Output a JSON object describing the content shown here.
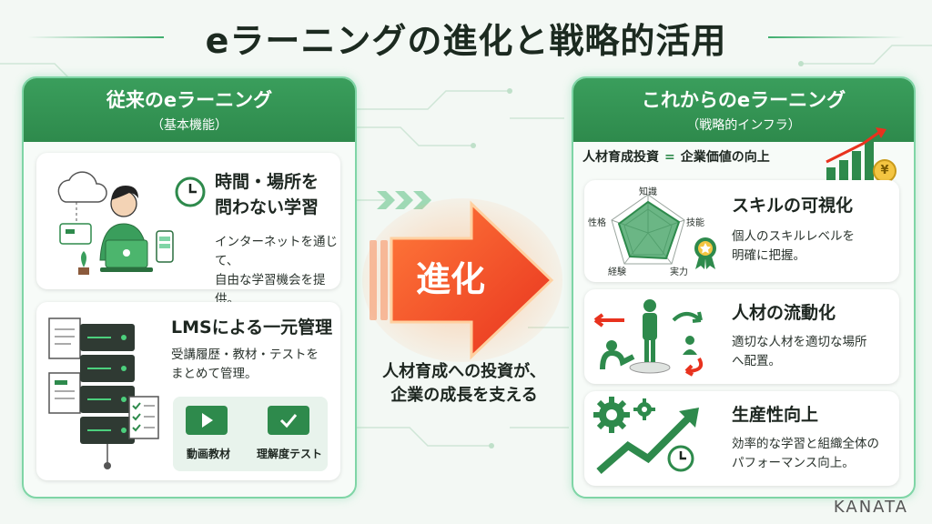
{
  "title": "eラーニングの進化と戦略的活用",
  "left_panel": {
    "title": "従来のeラーニング",
    "subtitle": "（基本機能）",
    "card1": {
      "title_line1": "時間・場所を",
      "title_line2": "問わない学習",
      "desc_line1": "インターネットを通じて、",
      "desc_line2": "自由な学習機会を提供。"
    },
    "card2": {
      "title": "LMSによる一元管理",
      "desc_line1": "受講履歴・教材・テストを",
      "desc_line2": "まとめて管理。",
      "btn1": "動画教材",
      "btn2": "理解度テスト"
    }
  },
  "center": {
    "arrow_label": "進化",
    "text_line1": "人材育成への投資が、",
    "text_line2": "企業の成長を支える"
  },
  "right_panel": {
    "title": "これからのeラーニング",
    "subtitle": "（戦略的インフラ）",
    "equation_left": "人材育成投資",
    "equation_sign": "=",
    "equation_right": "企業価値の向上",
    "yen": "¥",
    "radar_labels": {
      "top": "知識",
      "right": "技能",
      "bottom_right": "実力",
      "bottom_left": "経験",
      "left": "性格"
    },
    "card1": {
      "title": "スキルの可視化",
      "desc_line1": "個人のスキルレベルを",
      "desc_line2": "明確に把握。"
    },
    "card2": {
      "title": "人材の流動化",
      "desc_line1": "適切な人材を適切な場所",
      "desc_line2": "へ配置。"
    },
    "card3": {
      "title": "生産性向上",
      "desc_line1": "効率的な学習と組織全体の",
      "desc_line2": "パフォーマンス向上。"
    }
  },
  "footer": "KANATA",
  "colors": {
    "green": "#2e8a4c",
    "light_green": "#7fd5a6",
    "arrow_red": "#f04a2a",
    "arrow_orange": "#ff9a3a"
  }
}
